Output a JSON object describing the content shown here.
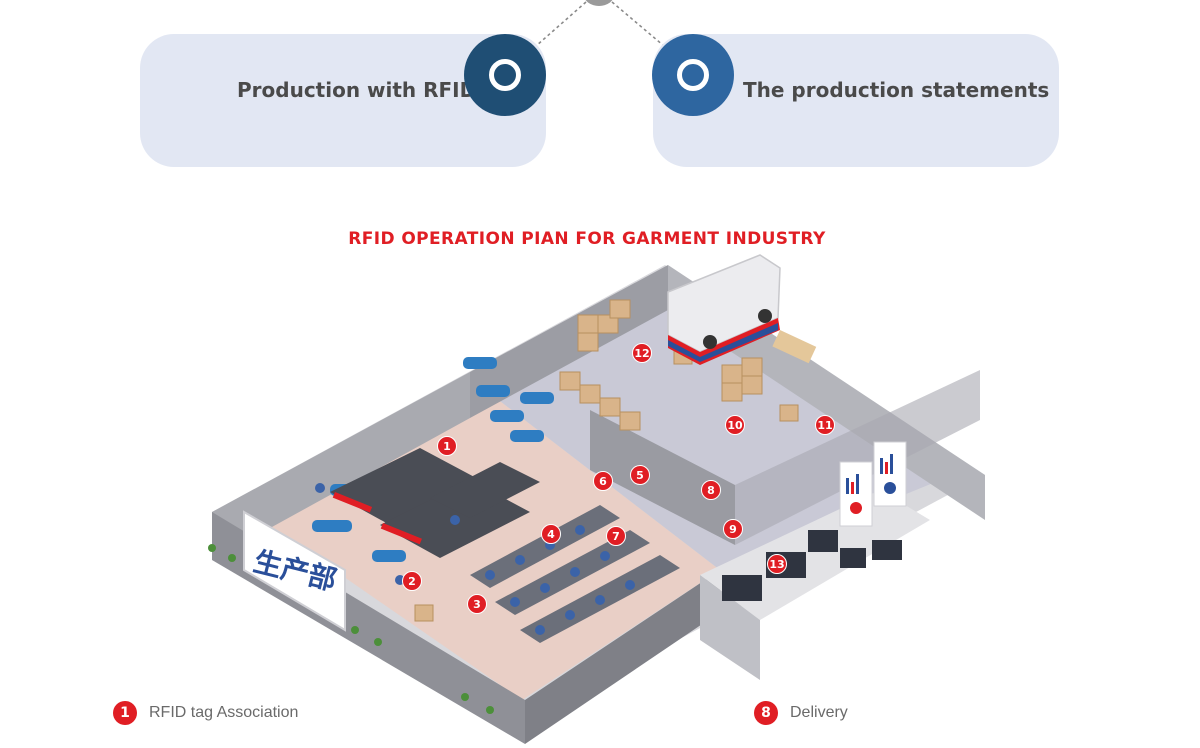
{
  "colors": {
    "card_bg": "#e2e7f3",
    "node_left": "#1f4e74",
    "node_right": "#2e66a0",
    "accent_red": "#e01e24",
    "floor_pink": "#e9cfc6",
    "floor_gray": "#c9c9d6"
  },
  "cards": {
    "left": {
      "label": "Production with RFID"
    },
    "right": {
      "label": "The production statements"
    }
  },
  "plan": {
    "title": "RFID OPERATION PIAN FOR GARMENT INDUSTRY",
    "sign_text": "生产部",
    "markers": [
      {
        "label": "1"
      },
      {
        "label": "2"
      },
      {
        "label": "3"
      },
      {
        "label": "4"
      },
      {
        "label": "5"
      },
      {
        "label": "6"
      },
      {
        "label": "7"
      },
      {
        "label": "8"
      },
      {
        "label": "9"
      },
      {
        "label": "10"
      },
      {
        "label": "11"
      },
      {
        "label": "12"
      },
      {
        "label": "13"
      }
    ]
  },
  "legend": [
    {
      "num": "1",
      "text": "RFID tag Association"
    },
    {
      "num": "8",
      "text": "Delivery"
    }
  ]
}
